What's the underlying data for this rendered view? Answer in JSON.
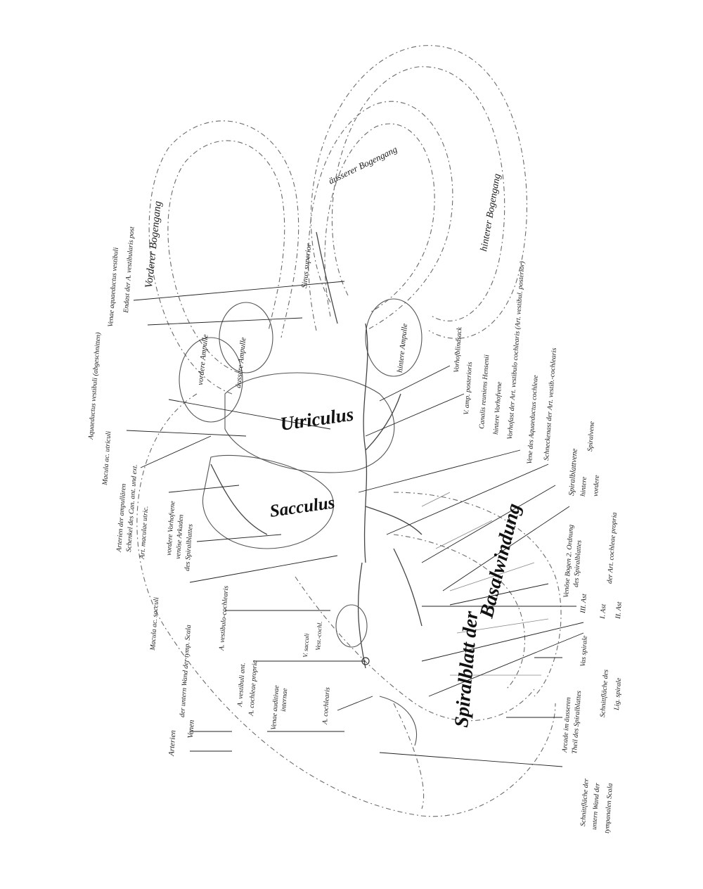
{
  "labels": {
    "utriculus": "Utriculus",
    "sacculus": "Sacculus",
    "spiralblatt_der": "Spiralblatt der",
    "basalwindung": "Basalwindung",
    "vorderer_bogengang": "Vorderer Bogengang",
    "aeusserer_bogengang": "äusserer Bogengang",
    "hinterer_bogengang": "hinterer Bogengang",
    "sinus_superior": "Sinus superior",
    "hintere_ampulle": "hintere Ampulle",
    "aeussere_ampulle": "äussere Ampulle",
    "vordere_ampulle": "vordere Ampulle",
    "aquaeductus_vestibuli": "Aquaeductus vestibuli (abgeschnitten)",
    "venae_aquaeductus": "Venae aquaeductus vestibuli",
    "endast_vestibularis_post": "Endast der A. vestibularis post",
    "macula_utriculi": "Macula ac. utriculi",
    "arterien_ampullaeren": "Arterien der ampullären",
    "schenkel_can": "Schenkel des Can. ant. und ext.",
    "art_maculae_utric": "Art. maculae utric.",
    "vordere_vorhofvene": "vordere Vorhofvene",
    "venoese_arkaden": "venöse Arkaden",
    "des_spiralblattes": "des Spiralblattes",
    "macula_sacculi": "Macula ac. sacculi",
    "arterien": "Arterien",
    "venen": "Venen",
    "der_unteren_wand": "der untern Wand der tymp. Scala",
    "a_vestibulo_cochlearis": "A. vestibulo-cochlearis",
    "a_vestibuli_ant": "A. vestibuli ant.",
    "a_cochleae_propria": "A. cochleae propria",
    "venae_auditivae": "Venae auditivae",
    "internae": "internae",
    "a_cochlearis": "A. cochlearis",
    "vena_sacculi": "V. sacculi",
    "vestibulo_cochl_inner": "Vest.-cochl.",
    "vorhofblindsack": "Vorhofblindsack",
    "can_amp_posterioris": "V. amp. posterioris",
    "canalis_reuniens": "Canalis reuniens Hensenii",
    "hintere_vorhofvene": "hintere Vorhofvene",
    "vorhofast_vestibulo": "Vorhofast der Art. vestibulo cochlearis (Art. vestibul. posterior)",
    "vene_aquaeductus_cochleae": "Vene des Aquaeductus cochleae",
    "schneckenast": "Schneckenast der Art. vestib.-cochlearis",
    "spiralblattvene": "Spiralblattvene",
    "hintere": "hintere",
    "vordere": "vordere",
    "spiralvene": "Spiralvene",
    "venoese_bogen": "Venöse Bogen 2. Ordnung",
    "des_spiralblattes2": "des Spiralblattes",
    "iii_ast": "III. Ast",
    "i_ast": "I. Ast",
    "ii_ast": "II. Ast",
    "der_art_cochleae": "der Art. cochleae propria",
    "vas_spirale": "Vas spirale",
    "arcade_aeusseren": "Arcade im äusseren",
    "theil_spiralblattes": "Theil des Spiralblattes",
    "schnittflaeche_lig": "Schnittfläche des",
    "lig_spirale": "Lig. spirale",
    "schnittflaeche_unteren": "Schnittfläche der",
    "unteren_wand": "untern Wand der",
    "tympanalen_scala": "tympanalen Scala"
  }
}
